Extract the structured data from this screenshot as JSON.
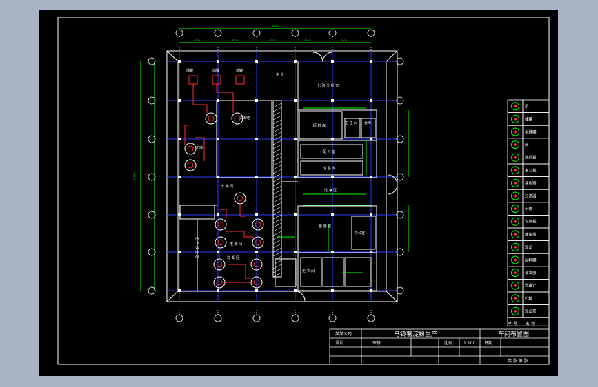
{
  "drawing": {
    "colors": {
      "background": "#000000",
      "frame": "#ffffff",
      "walls": "#ffffff",
      "axis_lines": "#2b3bff",
      "dimensions": "#00ff00",
      "equipment": "#ff3030",
      "outer_margin": "#a9b3c6"
    },
    "axis_bubble_count_horizontal": 6,
    "axis_bubble_count_vertical": 7
  },
  "rooms": {
    "office": "化 验 分 析 室",
    "raw_store": "原 料 库",
    "mixing_room": "配 料 室",
    "warehouse": "成 品 库",
    "packing": "包 装 室",
    "dry_room": "干 燥 间",
    "corridor": "走 道",
    "cooling": "冷 却 区",
    "ferment_room": "发 酵 间",
    "clean_room": "洁 净 区",
    "office2": "办公室",
    "restroom": "卫 生 间",
    "store2": "仓库",
    "change_room": "更 衣 间",
    "production_line": "生 产 线 上 送",
    "equip_label_1": "储罐",
    "equip_label_2": "储罐",
    "equip_label_3": "储罐",
    "equip_label_4": "干燥",
    "equip_label_5": "冷却塔"
  },
  "legend": {
    "items": [
      "泵",
      "储罐",
      "发酵罐",
      "阀",
      "搅拌器",
      "离心机",
      "换热器",
      "过滤器",
      "干燥",
      "包装机",
      "输送带",
      "冷却",
      "配料罐",
      "蒸发器",
      "流量计",
      "贮槽",
      "冷却塔"
    ],
    "header_no": "序 号",
    "header_name": "名 称"
  },
  "title_block": {
    "company": "某某公司",
    "project": "马铃薯淀粉生产",
    "drawing_title": "车间布置图",
    "designer_label": "设计",
    "checker_label": "审核",
    "scale_label": "比例",
    "scale_value": "1:100",
    "sheet_label": "共 张 第 张",
    "date_label": "日期"
  }
}
